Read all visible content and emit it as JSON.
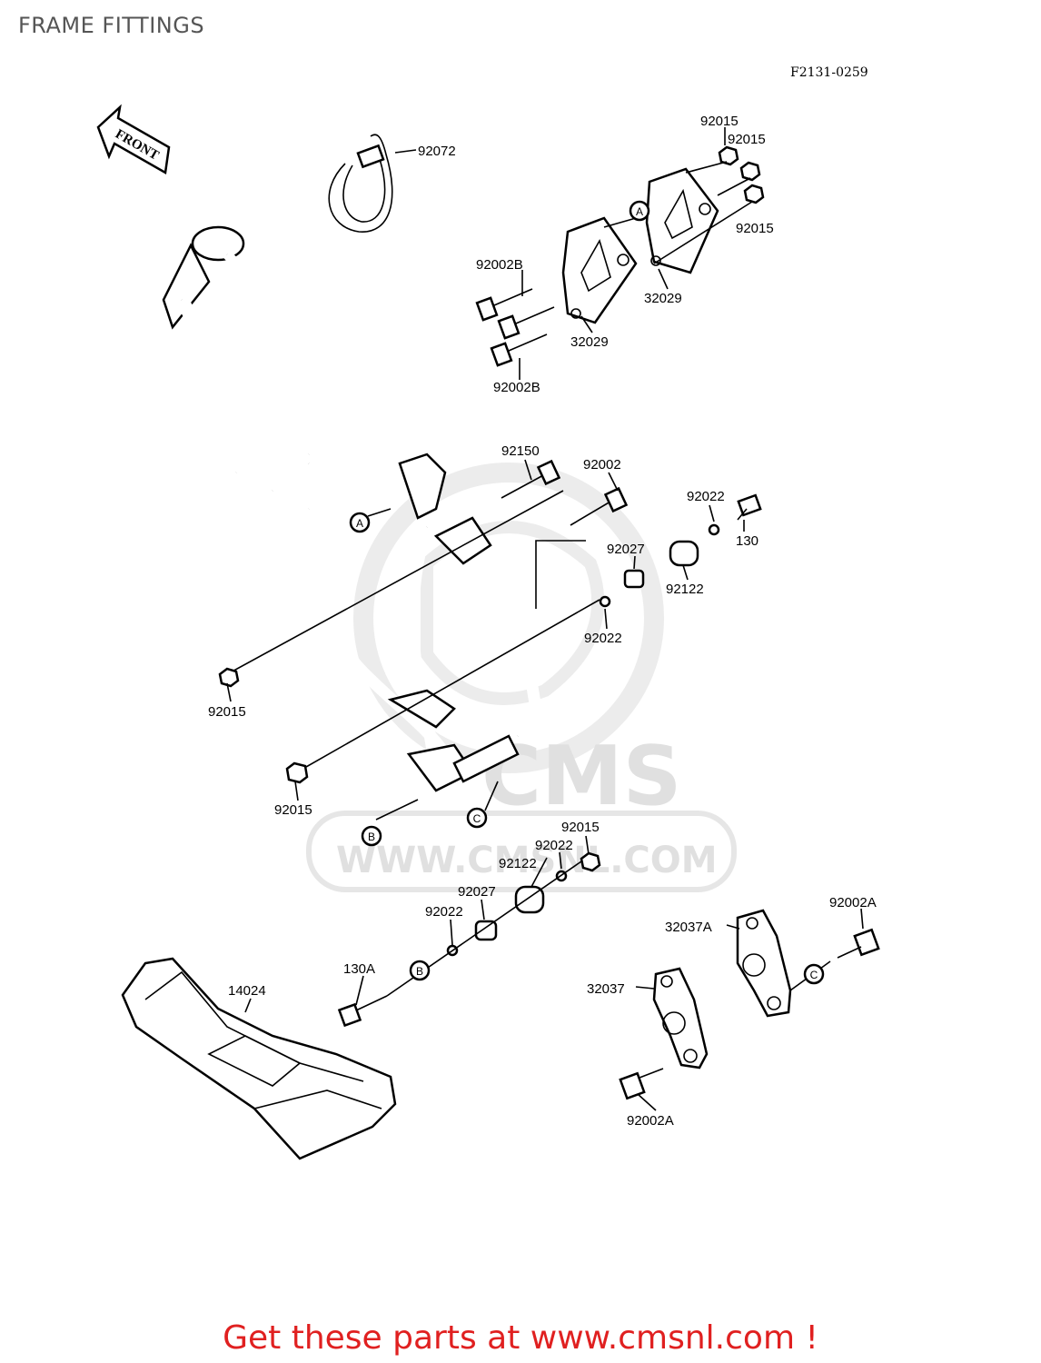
{
  "title": "FRAME FITTINGS",
  "diagram_code": "F2131-0259",
  "front_arrow_label": "FRONT",
  "watermark": {
    "brand": "CMS",
    "url": "WWW.CMSNL.COM"
  },
  "refs": {
    "a": "A",
    "b": "B",
    "c": "C"
  },
  "labels": {
    "p92072": "92072",
    "p92015_top1": "92015",
    "p92015_top2": "92015",
    "p92015_top3": "92015",
    "p92002b_top": "92002B",
    "p92002b_bottom": "92002B",
    "p32029_right": "32029",
    "p32029_left": "32029",
    "p92150": "92150",
    "p92002": "92002",
    "p92022_a": "92022",
    "p130": "130",
    "p92027_a": "92027",
    "p92122_a": "92122",
    "p92022_b": "92022",
    "p92015_left": "92015",
    "p92015_low": "92015",
    "p92015_mid": "92015",
    "p92022_c": "92022",
    "p92122_b": "92122",
    "p92027_b": "92027",
    "p92022_d": "92022",
    "p130a": "130A",
    "p14024": "14024",
    "p32037a": "32037A",
    "p92002a_right": "92002A",
    "p32037": "32037",
    "p92002a_bottom": "92002A"
  },
  "footer": "Get these parts at www.cmsnl.com !"
}
